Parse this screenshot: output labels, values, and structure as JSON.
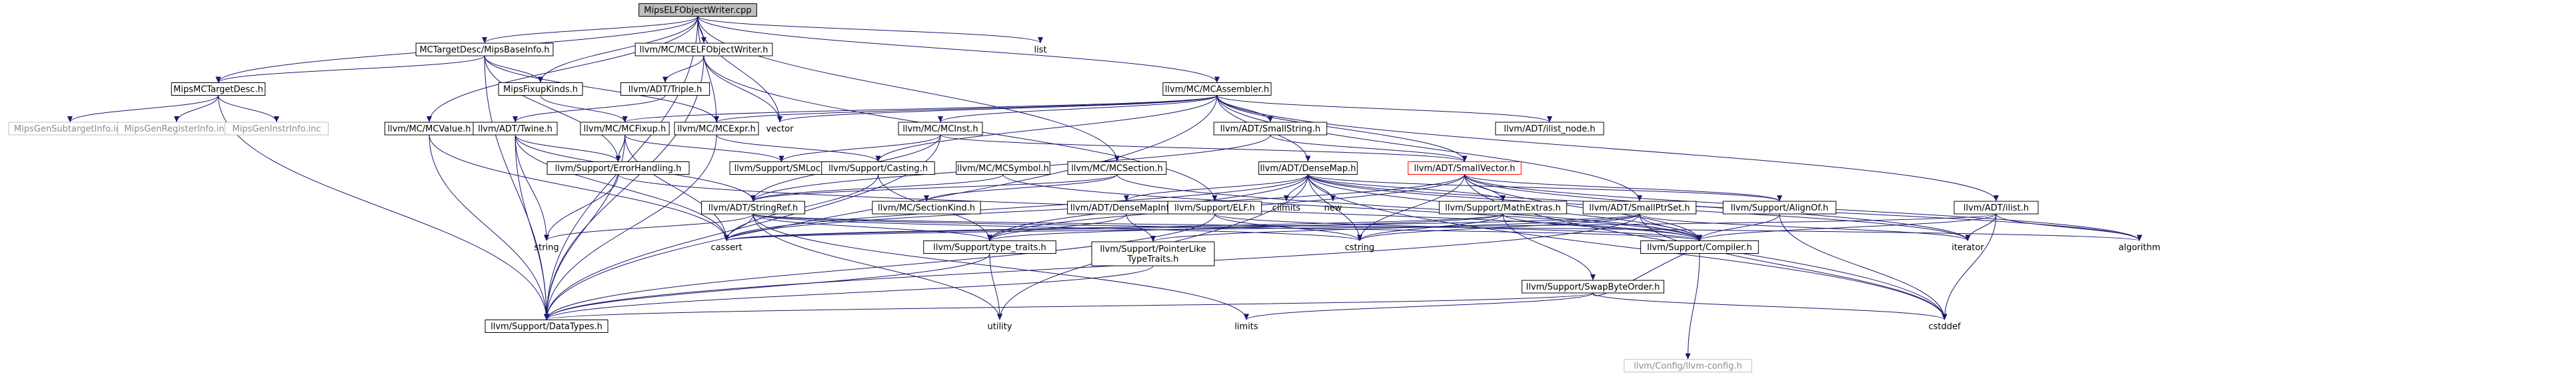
{
  "diagram": {
    "nodes": [
      {
        "id": "root",
        "label": "MipsELFObjectWriter.cpp",
        "style": "root"
      },
      {
        "id": "mbi",
        "label": "MCTargetDesc/MipsBaseInfo.h",
        "style": "normal"
      },
      {
        "id": "mcelf",
        "label": "llvm/MC/MCELFObjectWriter.h",
        "style": "normal"
      },
      {
        "id": "ilist",
        "label": "list",
        "style": "plain"
      },
      {
        "id": "mmtd",
        "label": "MipsMCTargetDesc.h",
        "style": "normal"
      },
      {
        "id": "mfk",
        "label": "MipsFixupKinds.h",
        "style": "normal"
      },
      {
        "id": "triple",
        "label": "llvm/ADT/Triple.h",
        "style": "normal"
      },
      {
        "id": "mca",
        "label": "llvm/MC/MCAssembler.h",
        "style": "normal"
      },
      {
        "id": "mgsi",
        "label": "MipsGenSubtargetInfo.inc",
        "style": "gray"
      },
      {
        "id": "mgri",
        "label": "MipsGenRegisterInfo.inc",
        "style": "gray"
      },
      {
        "id": "mgii",
        "label": "MipsGenInstrInfo.inc",
        "style": "gray"
      },
      {
        "id": "mcvalue",
        "label": "llvm/MC/MCValue.h",
        "style": "normal"
      },
      {
        "id": "twine",
        "label": "llvm/ADT/Twine.h",
        "style": "normal"
      },
      {
        "id": "mcfixup",
        "label": "llvm/MC/MCFixup.h",
        "style": "normal"
      },
      {
        "id": "mcexpr",
        "label": "llvm/MC/MCExpr.h",
        "style": "normal"
      },
      {
        "id": "vector",
        "label": "vector",
        "style": "plain"
      },
      {
        "id": "mcinst",
        "label": "llvm/MC/MCInst.h",
        "style": "normal"
      },
      {
        "id": "smallstr",
        "label": "llvm/ADT/SmallString.h",
        "style": "normal"
      },
      {
        "id": "ilistnode",
        "label": "llvm/ADT/ilist_node.h",
        "style": "normal"
      },
      {
        "id": "errh",
        "label": "llvm/Support/ErrorHandling.h",
        "style": "normal"
      },
      {
        "id": "smloc",
        "label": "llvm/Support/SMLoc.h",
        "style": "normal"
      },
      {
        "id": "casting",
        "label": "llvm/Support/Casting.h",
        "style": "normal"
      },
      {
        "id": "mcsym",
        "label": "llvm/MC/MCSymbol.h",
        "style": "normal"
      },
      {
        "id": "mcsec",
        "label": "llvm/MC/MCSection.h",
        "style": "normal"
      },
      {
        "id": "densemap",
        "label": "llvm/ADT/DenseMap.h",
        "style": "normal"
      },
      {
        "id": "smallvec",
        "label": "llvm/ADT/SmallVector.h",
        "style": "red"
      },
      {
        "id": "climits",
        "label": "climits",
        "style": "plain"
      },
      {
        "id": "new",
        "label": "new",
        "style": "plain"
      },
      {
        "id": "strref",
        "label": "llvm/ADT/StringRef.h",
        "style": "normal"
      },
      {
        "id": "mcseckind",
        "label": "llvm/MC/SectionKind.h",
        "style": "normal"
      },
      {
        "id": "dmi",
        "label": "llvm/ADT/DenseMapInfo.h",
        "style": "normal"
      },
      {
        "id": "selfh",
        "label": "llvm/Support/ELF.h",
        "style": "normal"
      },
      {
        "id": "mathex",
        "label": "llvm/Support/MathExtras.h",
        "style": "normal"
      },
      {
        "id": "spp",
        "label": "llvm/ADT/SmallPtrSet.h",
        "style": "normal"
      },
      {
        "id": "alignof",
        "label": "llvm/Support/AlignOf.h",
        "style": "normal"
      },
      {
        "id": "adtilist",
        "label": "llvm/ADT/ilist.h",
        "style": "normal"
      },
      {
        "id": "string",
        "label": "string",
        "style": "plain"
      },
      {
        "id": "cassert",
        "label": "cassert",
        "style": "plain"
      },
      {
        "id": "typetraits",
        "label": "llvm/Support/type_traits.h",
        "style": "normal"
      },
      {
        "id": "cstring",
        "label": "cstring",
        "style": "plain"
      },
      {
        "id": "ptrlike",
        "label": "llvm/Support/PointerLike\nTypeTraits.h",
        "style": "normal"
      },
      {
        "id": "compiler",
        "label": "llvm/Support/Compiler.h",
        "style": "normal"
      },
      {
        "id": "iterator",
        "label": "iterator",
        "style": "plain"
      },
      {
        "id": "algorithm",
        "label": "algorithm",
        "style": "plain"
      },
      {
        "id": "swapbo",
        "label": "llvm/Support/SwapByteOrder.h",
        "style": "normal"
      },
      {
        "id": "datatypes",
        "label": "llvm/Support/DataTypes.h",
        "style": "normal"
      },
      {
        "id": "utility",
        "label": "utility",
        "style": "plain"
      },
      {
        "id": "limits",
        "label": "limits",
        "style": "plain"
      },
      {
        "id": "cstddef",
        "label": "cstddef",
        "style": "plain"
      },
      {
        "id": "config",
        "label": "llvm/Config/llvm-config.h",
        "style": "gray"
      }
    ],
    "edges": [
      [
        "root",
        "mbi"
      ],
      [
        "root",
        "mcelf"
      ],
      [
        "root",
        "ilist"
      ],
      [
        "root",
        "mmtd"
      ],
      [
        "root",
        "mfk"
      ],
      [
        "root",
        "mca"
      ],
      [
        "root",
        "mcvalue"
      ],
      [
        "root",
        "mcexpr"
      ],
      [
        "root",
        "mcsec"
      ],
      [
        "root",
        "vector"
      ],
      [
        "root",
        "datatypes"
      ],
      [
        "mbi",
        "mmtd"
      ],
      [
        "mbi",
        "mfk"
      ],
      [
        "mbi",
        "mcexpr"
      ],
      [
        "mbi",
        "errh"
      ],
      [
        "mbi",
        "datatypes"
      ],
      [
        "mcelf",
        "triple"
      ],
      [
        "mcelf",
        "vector"
      ],
      [
        "mcelf",
        "selfh"
      ],
      [
        "mcelf",
        "datatypes"
      ],
      [
        "mmtd",
        "mgsi"
      ],
      [
        "mmtd",
        "mgri"
      ],
      [
        "mmtd",
        "mgii"
      ],
      [
        "mmtd",
        "datatypes"
      ],
      [
        "mfk",
        "mcfixup"
      ],
      [
        "triple",
        "twine"
      ],
      [
        "mca",
        "mcexpr"
      ],
      [
        "mca",
        "mcfixup"
      ],
      [
        "mca",
        "mcinst"
      ],
      [
        "mca",
        "smallstr"
      ],
      [
        "mca",
        "ilistnode"
      ],
      [
        "mca",
        "densemap"
      ],
      [
        "mca",
        "smallvec"
      ],
      [
        "mca",
        "spp"
      ],
      [
        "mca",
        "adtilist"
      ],
      [
        "mca",
        "casting"
      ],
      [
        "mca",
        "vector"
      ],
      [
        "mca",
        "datatypes"
      ],
      [
        "mcvalue",
        "cassert"
      ],
      [
        "mcvalue",
        "datatypes"
      ],
      [
        "twine",
        "strref"
      ],
      [
        "twine",
        "errh"
      ],
      [
        "twine",
        "cassert"
      ],
      [
        "twine",
        "string"
      ],
      [
        "twine",
        "datatypes"
      ],
      [
        "mcfixup",
        "errh"
      ],
      [
        "mcfixup",
        "smloc"
      ],
      [
        "mcfixup",
        "cassert"
      ],
      [
        "mcfixup",
        "datatypes"
      ],
      [
        "mcexpr",
        "casting"
      ],
      [
        "mcexpr",
        "datatypes"
      ],
      [
        "mcinst",
        "strref"
      ],
      [
        "mcinst",
        "smallvec"
      ],
      [
        "mcinst",
        "datatypes"
      ],
      [
        "mcinst",
        "smloc"
      ],
      [
        "smallstr",
        "strref"
      ],
      [
        "smallstr",
        "smallvec"
      ],
      [
        "errh",
        "compiler"
      ],
      [
        "errh",
        "string"
      ],
      [
        "casting",
        "typetraits"
      ],
      [
        "casting",
        "cassert"
      ],
      [
        "mcsym",
        "strref"
      ],
      [
        "mcsym",
        "compiler"
      ],
      [
        "mcsec",
        "mcseckind"
      ],
      [
        "mcsec",
        "strref"
      ],
      [
        "mcsec",
        "compiler"
      ],
      [
        "densemap",
        "dmi"
      ],
      [
        "densemap",
        "mathex"
      ],
      [
        "densemap",
        "alignof"
      ],
      [
        "densemap",
        "typetraits"
      ],
      [
        "densemap",
        "algorithm"
      ],
      [
        "densemap",
        "cassert"
      ],
      [
        "densemap",
        "climits"
      ],
      [
        "densemap",
        "cstddef"
      ],
      [
        "densemap",
        "cstring"
      ],
      [
        "densemap",
        "iterator"
      ],
      [
        "densemap",
        "new"
      ],
      [
        "densemap",
        "utility"
      ],
      [
        "densemap",
        "compiler"
      ],
      [
        "smallvec",
        "alignof"
      ],
      [
        "smallvec",
        "compiler"
      ],
      [
        "smallvec",
        "mathex"
      ],
      [
        "smallvec",
        "typetraits"
      ],
      [
        "smallvec",
        "algorithm"
      ],
      [
        "smallvec",
        "cassert"
      ],
      [
        "smallvec",
        "cstddef"
      ],
      [
        "smallvec",
        "cstring"
      ],
      [
        "smallvec",
        "iterator"
      ],
      [
        "smallvec",
        "memory_none"
      ],
      [
        "strref",
        "typetraits"
      ],
      [
        "strref",
        "algorithm"
      ],
      [
        "strref",
        "cassert"
      ],
      [
        "strref",
        "cstring"
      ],
      [
        "strref",
        "limits"
      ],
      [
        "strref",
        "string"
      ],
      [
        "strref",
        "utility"
      ],
      [
        "strref",
        "compiler"
      ],
      [
        "dmi",
        "ptrlike"
      ],
      [
        "dmi",
        "typetraits"
      ],
      [
        "selfh",
        "compiler"
      ],
      [
        "selfh",
        "datatypes"
      ],
      [
        "selfh",
        "cstring"
      ],
      [
        "mathex",
        "compiler"
      ],
      [
        "mathex",
        "swapbo"
      ],
      [
        "mathex",
        "typetraits"
      ],
      [
        "mathex",
        "cassert"
      ],
      [
        "mathex",
        "cstring"
      ],
      [
        "spp",
        "compiler"
      ],
      [
        "spp",
        "datatypes"
      ],
      [
        "spp",
        "ptrlike"
      ],
      [
        "spp",
        "cassert"
      ],
      [
        "spp",
        "cstddef"
      ],
      [
        "spp",
        "cstring"
      ],
      [
        "spp",
        "iterator"
      ],
      [
        "alignof",
        "compiler"
      ],
      [
        "alignof",
        "cstddef"
      ],
      [
        "adtilist",
        "compiler"
      ],
      [
        "adtilist",
        "algorithm"
      ],
      [
        "adtilist",
        "cassert"
      ],
      [
        "adtilist",
        "cstddef"
      ],
      [
        "adtilist",
        "iterator"
      ],
      [
        "typetraits",
        "datatypes"
      ],
      [
        "typetraits",
        "utility"
      ],
      [
        "ptrlike",
        "datatypes"
      ],
      [
        "compiler",
        "config"
      ],
      [
        "swapbo",
        "compiler"
      ],
      [
        "swapbo",
        "datatypes"
      ],
      [
        "swapbo",
        "cstddef"
      ],
      [
        "swapbo",
        "limits"
      ]
    ]
  }
}
